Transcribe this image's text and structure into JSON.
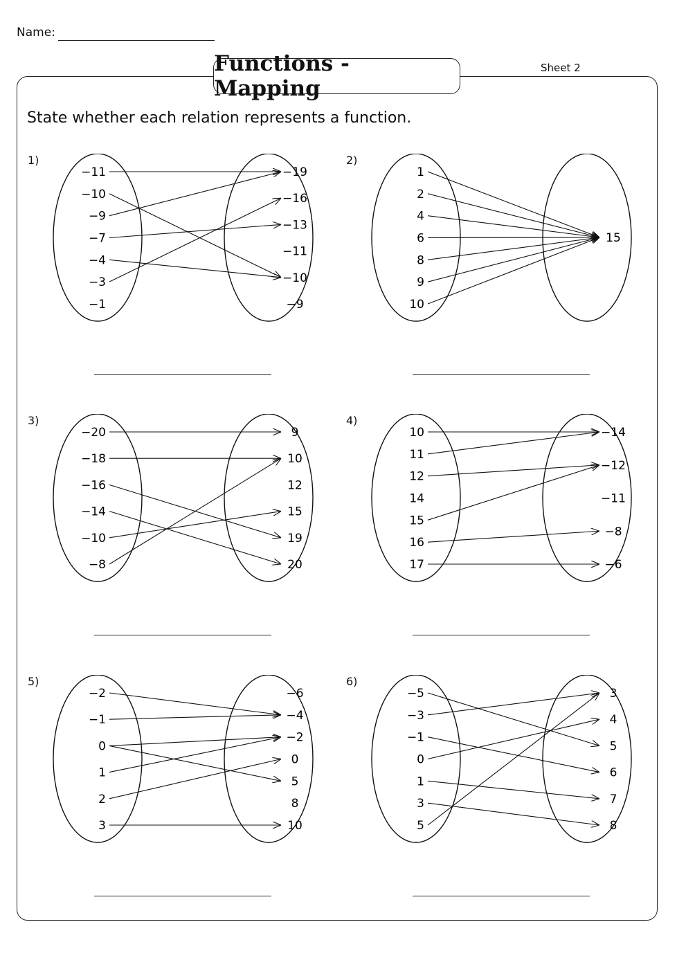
{
  "header": {
    "name_label": "Name:",
    "title": "Functions - Mapping",
    "sheet": "Sheet 2"
  },
  "instructions": "State whether each relation represents a function.",
  "problems": [
    {
      "number": "1)",
      "domain": [
        "−11",
        "−10",
        "−9",
        "−7",
        "−4",
        "−3",
        "−1"
      ],
      "range": [
        "−19",
        "−16",
        "−13",
        "−11",
        "−10",
        "−9"
      ],
      "mappings": [
        [
          0,
          0
        ],
        [
          1,
          4
        ],
        [
          2,
          0
        ],
        [
          3,
          2
        ],
        [
          4,
          4
        ],
        [
          5,
          1
        ]
      ]
    },
    {
      "number": "2)",
      "domain": [
        "1",
        "2",
        "4",
        "6",
        "8",
        "9",
        "10"
      ],
      "range": [
        "15"
      ],
      "mappings": [
        [
          0,
          0
        ],
        [
          1,
          0
        ],
        [
          2,
          0
        ],
        [
          3,
          0
        ],
        [
          4,
          0
        ],
        [
          5,
          0
        ],
        [
          6,
          0
        ]
      ]
    },
    {
      "number": "3)",
      "domain": [
        "−20",
        "−18",
        "−16",
        "−14",
        "−10",
        "−8"
      ],
      "range": [
        "9",
        "10",
        "12",
        "15",
        "19",
        "20"
      ],
      "mappings": [
        [
          0,
          0
        ],
        [
          1,
          1
        ],
        [
          2,
          4
        ],
        [
          3,
          5
        ],
        [
          4,
          3
        ],
        [
          5,
          1
        ]
      ]
    },
    {
      "number": "4)",
      "domain": [
        "10",
        "11",
        "12",
        "14",
        "15",
        "16",
        "17"
      ],
      "range": [
        "−14",
        "−12",
        "−11",
        "−8",
        "−6"
      ],
      "mappings": [
        [
          0,
          0
        ],
        [
          1,
          0
        ],
        [
          2,
          1
        ],
        [
          4,
          1
        ],
        [
          5,
          3
        ],
        [
          6,
          4
        ]
      ]
    },
    {
      "number": "5)",
      "domain": [
        "−2",
        "−1",
        "0",
        "1",
        "2",
        "3"
      ],
      "range": [
        "−6",
        "−4",
        "−2",
        "0",
        "5",
        "8",
        "10"
      ],
      "mappings": [
        [
          0,
          1
        ],
        [
          1,
          1
        ],
        [
          2,
          2
        ],
        [
          2,
          4
        ],
        [
          3,
          2
        ],
        [
          4,
          3
        ],
        [
          5,
          6
        ]
      ]
    },
    {
      "number": "6)",
      "domain": [
        "−5",
        "−3",
        "−1",
        "0",
        "1",
        "3",
        "5"
      ],
      "range": [
        "3",
        "4",
        "5",
        "6",
        "7",
        "8"
      ],
      "mappings": [
        [
          0,
          2
        ],
        [
          1,
          0
        ],
        [
          2,
          3
        ],
        [
          3,
          1
        ],
        [
          4,
          4
        ],
        [
          5,
          5
        ],
        [
          6,
          0
        ]
      ]
    }
  ]
}
